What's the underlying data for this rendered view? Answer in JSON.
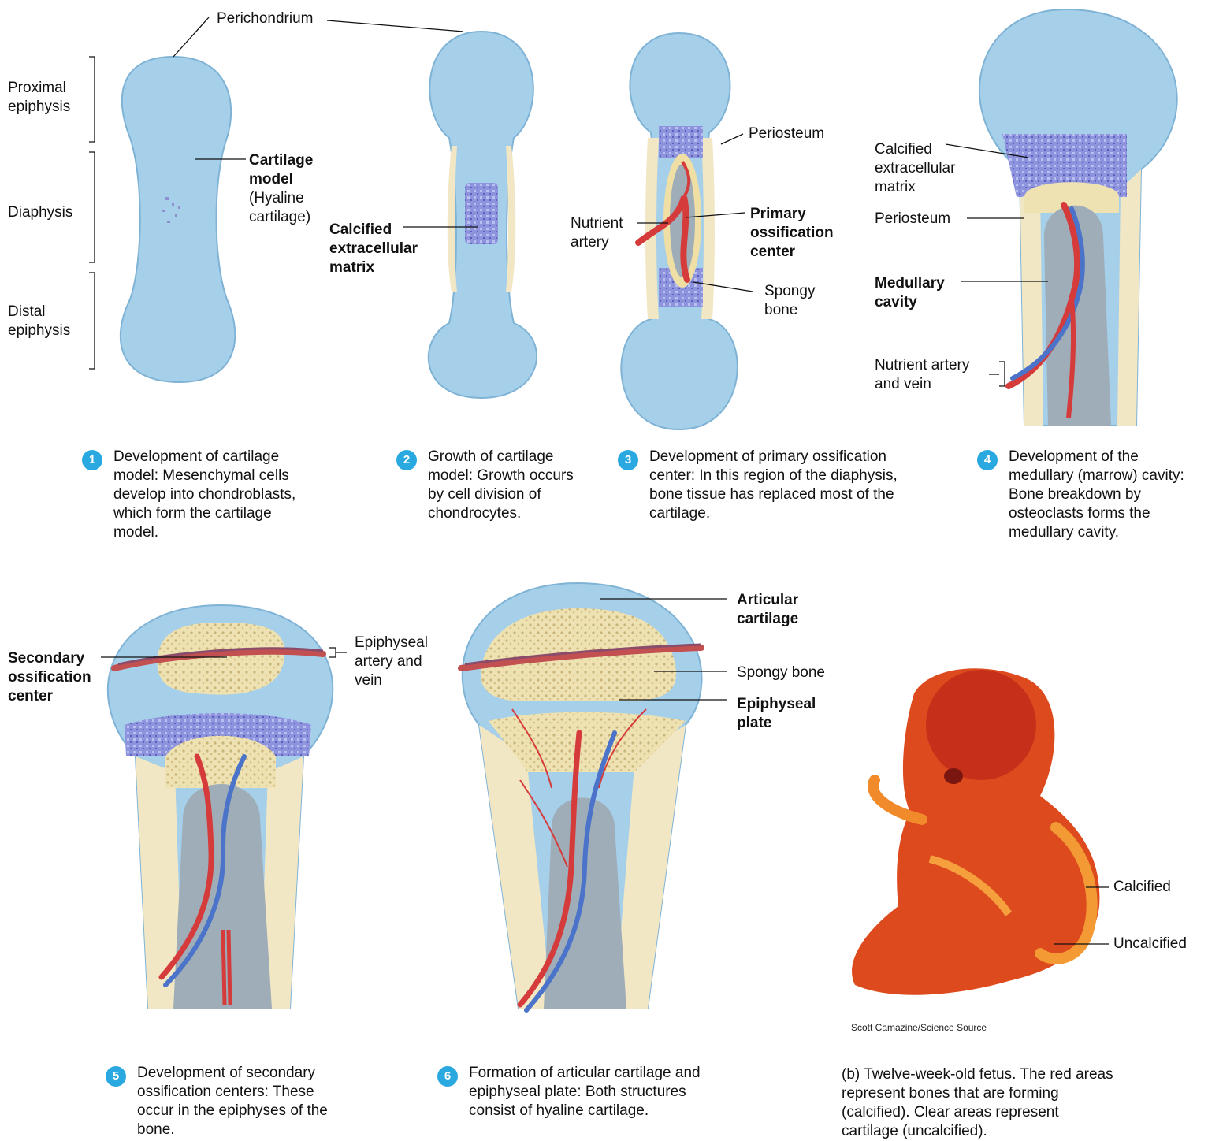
{
  "colors": {
    "cartilage": "#a6cfe9",
    "cartilage_edge": "#7fb3d6",
    "bone_compact": "#f2e7c4",
    "spongy": "#e8d9a6",
    "cavity": "#9eadb8",
    "calcified": "#6f74c8",
    "artery": "#d63b3b",
    "vein": "#4a73c9",
    "step_badge": "#2aa9e0",
    "fetus": "#d8401c"
  },
  "stage1": {
    "perichondrium": "Perichondrium",
    "proximal_epiphysis": "Proximal\nepiphysis",
    "diaphysis": "Diaphysis",
    "distal_epiphysis": "Distal\nepiphysis",
    "cartilage_model": "Cartilage\nmodel",
    "hyaline": "(Hyaline\ncartilage)"
  },
  "stage2": {
    "calcified_matrix": "Calcified\nextracellular\nmatrix"
  },
  "stage3": {
    "periosteum": "Periosteum",
    "nutrient_artery": "Nutrient\nartery",
    "primary_center": "Primary\nossification\ncenter",
    "spongy_bone": "Spongy\nbone"
  },
  "stage4": {
    "calcified_matrix": "Calcified\nextracellular\nmatrix",
    "periosteum": "Periosteum",
    "medullary_cavity": "Medullary\ncavity",
    "nutrient_artery_vein": "Nutrient artery\nand vein"
  },
  "stage5": {
    "secondary_center": "Secondary\nossification\ncenter",
    "epiphyseal_artery": "Epiphyseal\nartery and\nvein"
  },
  "stage6": {
    "articular_cartilage": "Articular\ncartilage",
    "spongy_bone": "Spongy bone",
    "epiphyseal_plate": "Epiphyseal\nplate"
  },
  "fetus": {
    "calcified": "Calcified",
    "uncalcified": "Uncalcified",
    "credit": "Scott Camazine/Science Source"
  },
  "steps": [
    {
      "num": "1",
      "text": "Development of cartilage model: Mesenchymal cells develop into chondroblasts, which form the cartilage model."
    },
    {
      "num": "2",
      "text": "Growth of cartilage model: Growth occurs by cell division of chondrocytes."
    },
    {
      "num": "3",
      "text": "Development of primary ossification center: In this region of the diaphysis, bone tissue has replaced most of the cartilage."
    },
    {
      "num": "4",
      "text": "Development of the medullary (marrow) cavity: Bone breakdown by osteoclasts forms the medullary cavity."
    },
    {
      "num": "5",
      "text": "Development of secondary ossification centers: These occur in the epiphyses of the bone."
    },
    {
      "num": "6",
      "text": "Formation of articular cartilage and epiphyseal plate: Both structures consist of hyaline cartilage."
    }
  ],
  "caption_b": "(b) Twelve-week-old fetus. The red areas\n      represent bones that are forming\n      (calcified). Clear areas represent\n      cartilage (uncalcified)."
}
